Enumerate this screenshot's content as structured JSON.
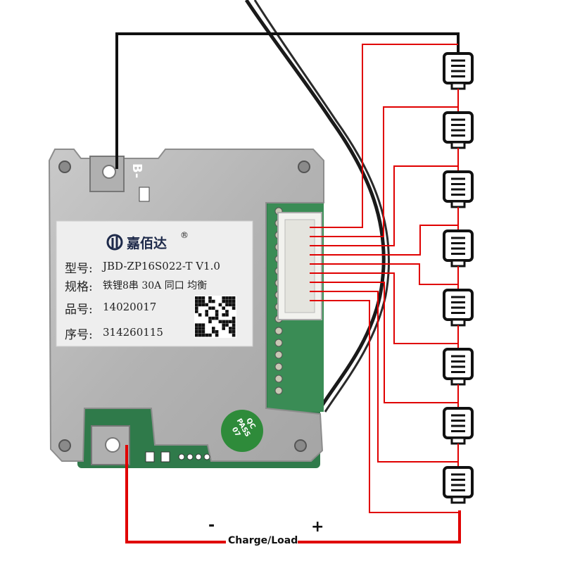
{
  "board": {
    "silk_label": "B-",
    "brand": "嘉佰达",
    "registered_mark": "®",
    "model_label": "型号:",
    "model_value": "JBD-ZP16S022-T V1.0",
    "spec_label": "规格:",
    "spec_value": "铁锂8串 30A 同口 均衡",
    "part_label": "品号:",
    "part_value": "14020017",
    "serial_label": "序号:",
    "serial_value": "314260115",
    "qc_line1": "QC",
    "qc_line2": "PASS",
    "qc_line3": "07"
  },
  "wiring": {
    "minus": "-",
    "plus": "+",
    "charge_load": "Charge/Load",
    "battery_cells": 8,
    "colors": {
      "negative_wire": "#111111",
      "positive_wire": "#e00000",
      "balance_wire": "#e00000",
      "qc_sticker": "#2e8b3a"
    }
  }
}
